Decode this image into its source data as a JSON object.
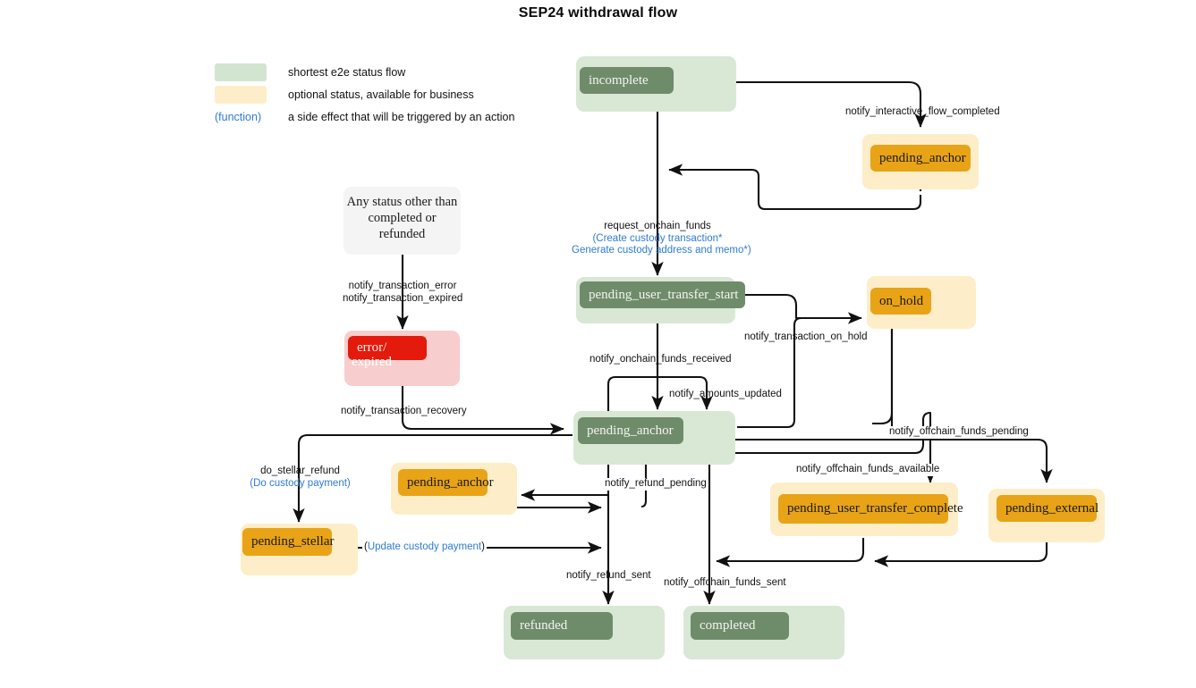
{
  "title": "SEP24 withdrawal flow",
  "legend": {
    "rows": [
      {
        "swatch": "green",
        "text": "shortest e2e status flow"
      },
      {
        "swatch": "cream",
        "text": "optional status, available for business"
      }
    ],
    "function_token": "(function)",
    "function_text": "a side effect that will be triggered by an action"
  },
  "colors": {
    "green_outer": "#d8e8d5",
    "green_badge": "#6f8c6a",
    "cream_outer": "#fdeec9",
    "orange_badge": "#e8a317",
    "pink_outer": "#f7cdcd",
    "red_badge": "#e31a0c",
    "grey_outer": "#f4f4f4",
    "function_blue": "#2e7bd6",
    "edge": "#111111"
  },
  "nodes": [
    {
      "id": "incomplete",
      "label": "incomplete",
      "kind": "green"
    },
    {
      "id": "pending_anchor_top",
      "label": "pending_anchor",
      "kind": "cream"
    },
    {
      "id": "any_status",
      "label": "Any status other than completed or refunded",
      "kind": "grey"
    },
    {
      "id": "pending_user_transfer_start",
      "label": "pending_user_transfer_start",
      "kind": "green"
    },
    {
      "id": "on_hold",
      "label": "on_hold",
      "kind": "cream"
    },
    {
      "id": "error_expired",
      "label": "error/",
      "label2": "expired",
      "kind": "pink"
    },
    {
      "id": "pending_anchor_center",
      "label": "pending_anchor",
      "kind": "green"
    },
    {
      "id": "pending_anchor_refund",
      "label": "pending_anchor",
      "kind": "cream"
    },
    {
      "id": "pending_user_transfer_complete",
      "label": "pending_user_transfer_complete",
      "kind": "cream"
    },
    {
      "id": "pending_external",
      "label": "pending_external",
      "kind": "cream"
    },
    {
      "id": "pending_stellar",
      "label": "pending_stellar",
      "kind": "cream"
    },
    {
      "id": "refunded",
      "label": "refunded",
      "kind": "green"
    },
    {
      "id": "completed",
      "label": "completed",
      "kind": "green"
    }
  ],
  "edge_labels": {
    "notify_interactive_flow_completed": "notify_interactive_flow_completed",
    "request_onchain_funds": "request_onchain_funds",
    "request_onchain_funds_fn1": "(Create custody transaction*",
    "request_onchain_funds_fn2": "Generate custody address and memo*)",
    "notify_transaction_error": "notify_transaction_error",
    "notify_transaction_expired": "notify_transaction_expired",
    "notify_transaction_recovery": "notify_transaction_recovery",
    "notify_onchain_funds_received": "notify_onchain_funds_received",
    "notify_amounts_updated": "notify_amounts_updated",
    "notify_transaction_on_hold": "notify_transaction_on_hold",
    "notify_offchain_funds_pending": "notify_offchain_funds_pending",
    "notify_offchain_funds_available": "notify_offchain_funds_available",
    "notify_refund_pending": "notify_refund_pending",
    "notify_refund_sent": "notify_refund_sent",
    "notify_offchain_funds_sent": "notify_offchain_funds_sent",
    "do_stellar_refund": "do_stellar_refund",
    "do_stellar_refund_fn": "(Do custody payment)",
    "update_custody_payment_open": "(",
    "update_custody_payment_fn": "Update custody payment",
    "update_custody_payment_close": ")"
  }
}
